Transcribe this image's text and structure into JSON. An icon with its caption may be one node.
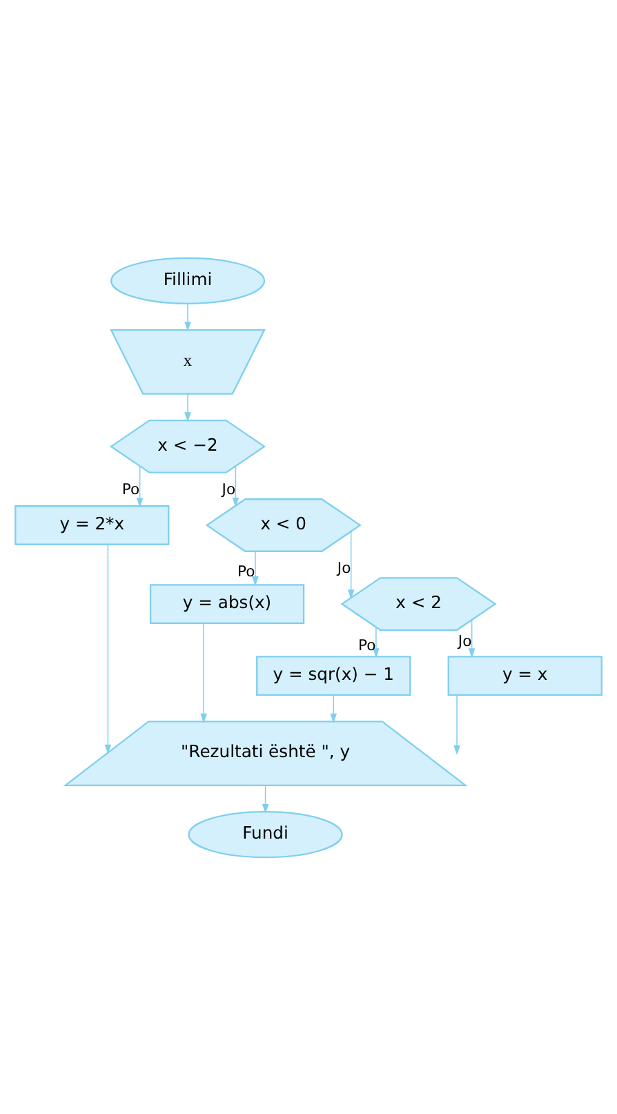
{
  "diagram": {
    "nodes": [
      {
        "text": [
          "Fillimi"
        ]
      },
      {
        "text": [
          "x"
        ]
      },
      {
        "text": [
          "x < −2"
        ]
      },
      {
        "text": [
          "y = 2*x"
        ]
      },
      {
        "text": [
          "x < 0"
        ]
      },
      {
        "text": [
          "y = abs(x)"
        ]
      },
      {
        "text": [
          "x < 2"
        ]
      },
      {
        "text": [
          "y = sqr(x) − 1"
        ]
      },
      {
        "text": [
          "y = x"
        ]
      },
      {
        "text": [
          "\"Rezultati është \", y"
        ]
      },
      {
        "text": [
          "Fundi"
        ]
      }
    ],
    "edges": [
      {
        "from": 0,
        "to": 1,
        "arrow": "to"
      },
      {
        "from": 1,
        "to": 2,
        "arrow": "to"
      },
      {
        "from": 2,
        "to": 3,
        "arrow": "to",
        "label": "Po"
      },
      {
        "from": 2,
        "to": 4,
        "arrow": "to",
        "label": "Jo"
      },
      {
        "from": 4,
        "to": 5,
        "arrow": "to",
        "label": "Po"
      },
      {
        "from": 4,
        "to": 6,
        "arrow": "to",
        "label": "Jo"
      },
      {
        "from": 6,
        "to": 7,
        "arrow": "to",
        "label": "Po"
      },
      {
        "from": 6,
        "to": 8,
        "arrow": "to",
        "label": "Jo"
      },
      {
        "from": 3,
        "to": 9,
        "arrow": "to"
      },
      {
        "from": 5,
        "to": 9,
        "arrow": "to"
      },
      {
        "from": 7,
        "to": 9,
        "arrow": "to"
      },
      {
        "from": 8,
        "to": 9,
        "arrow": "to"
      },
      {
        "from": 9,
        "to": 10,
        "arrow": "to"
      }
    ]
  }
}
